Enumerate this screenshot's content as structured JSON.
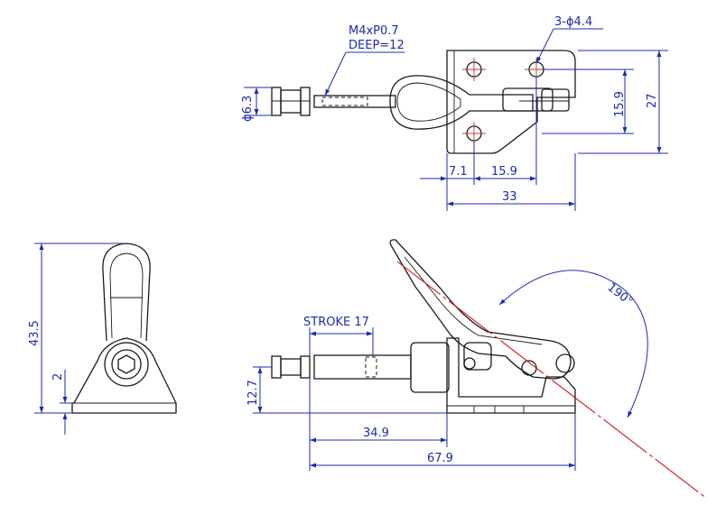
{
  "drawing": {
    "top_view": {
      "thread_note_line1": "M4xP0.7",
      "thread_note_line2": "DEEP=12",
      "hole_callout": "3-ϕ4.4",
      "rod_diameter": "ϕ6.3",
      "dim_15_9_vertical": "15.9",
      "dim_27": "27",
      "dim_7_1": "7.1",
      "dim_15_9_horizontal": "15.9",
      "dim_33": "33"
    },
    "end_view": {
      "dim_43_5": "43.5",
      "dim_2": "2"
    },
    "side_view": {
      "stroke_label": "STROKE 17",
      "dim_12_7": "12.7",
      "dim_34_9": "34.9",
      "dim_67_9": "67.9",
      "angle_190": "190°"
    },
    "colors": {
      "outline": "#1a1a1a",
      "dimension": "#1c2bb0",
      "centerline": "#d21414"
    }
  }
}
